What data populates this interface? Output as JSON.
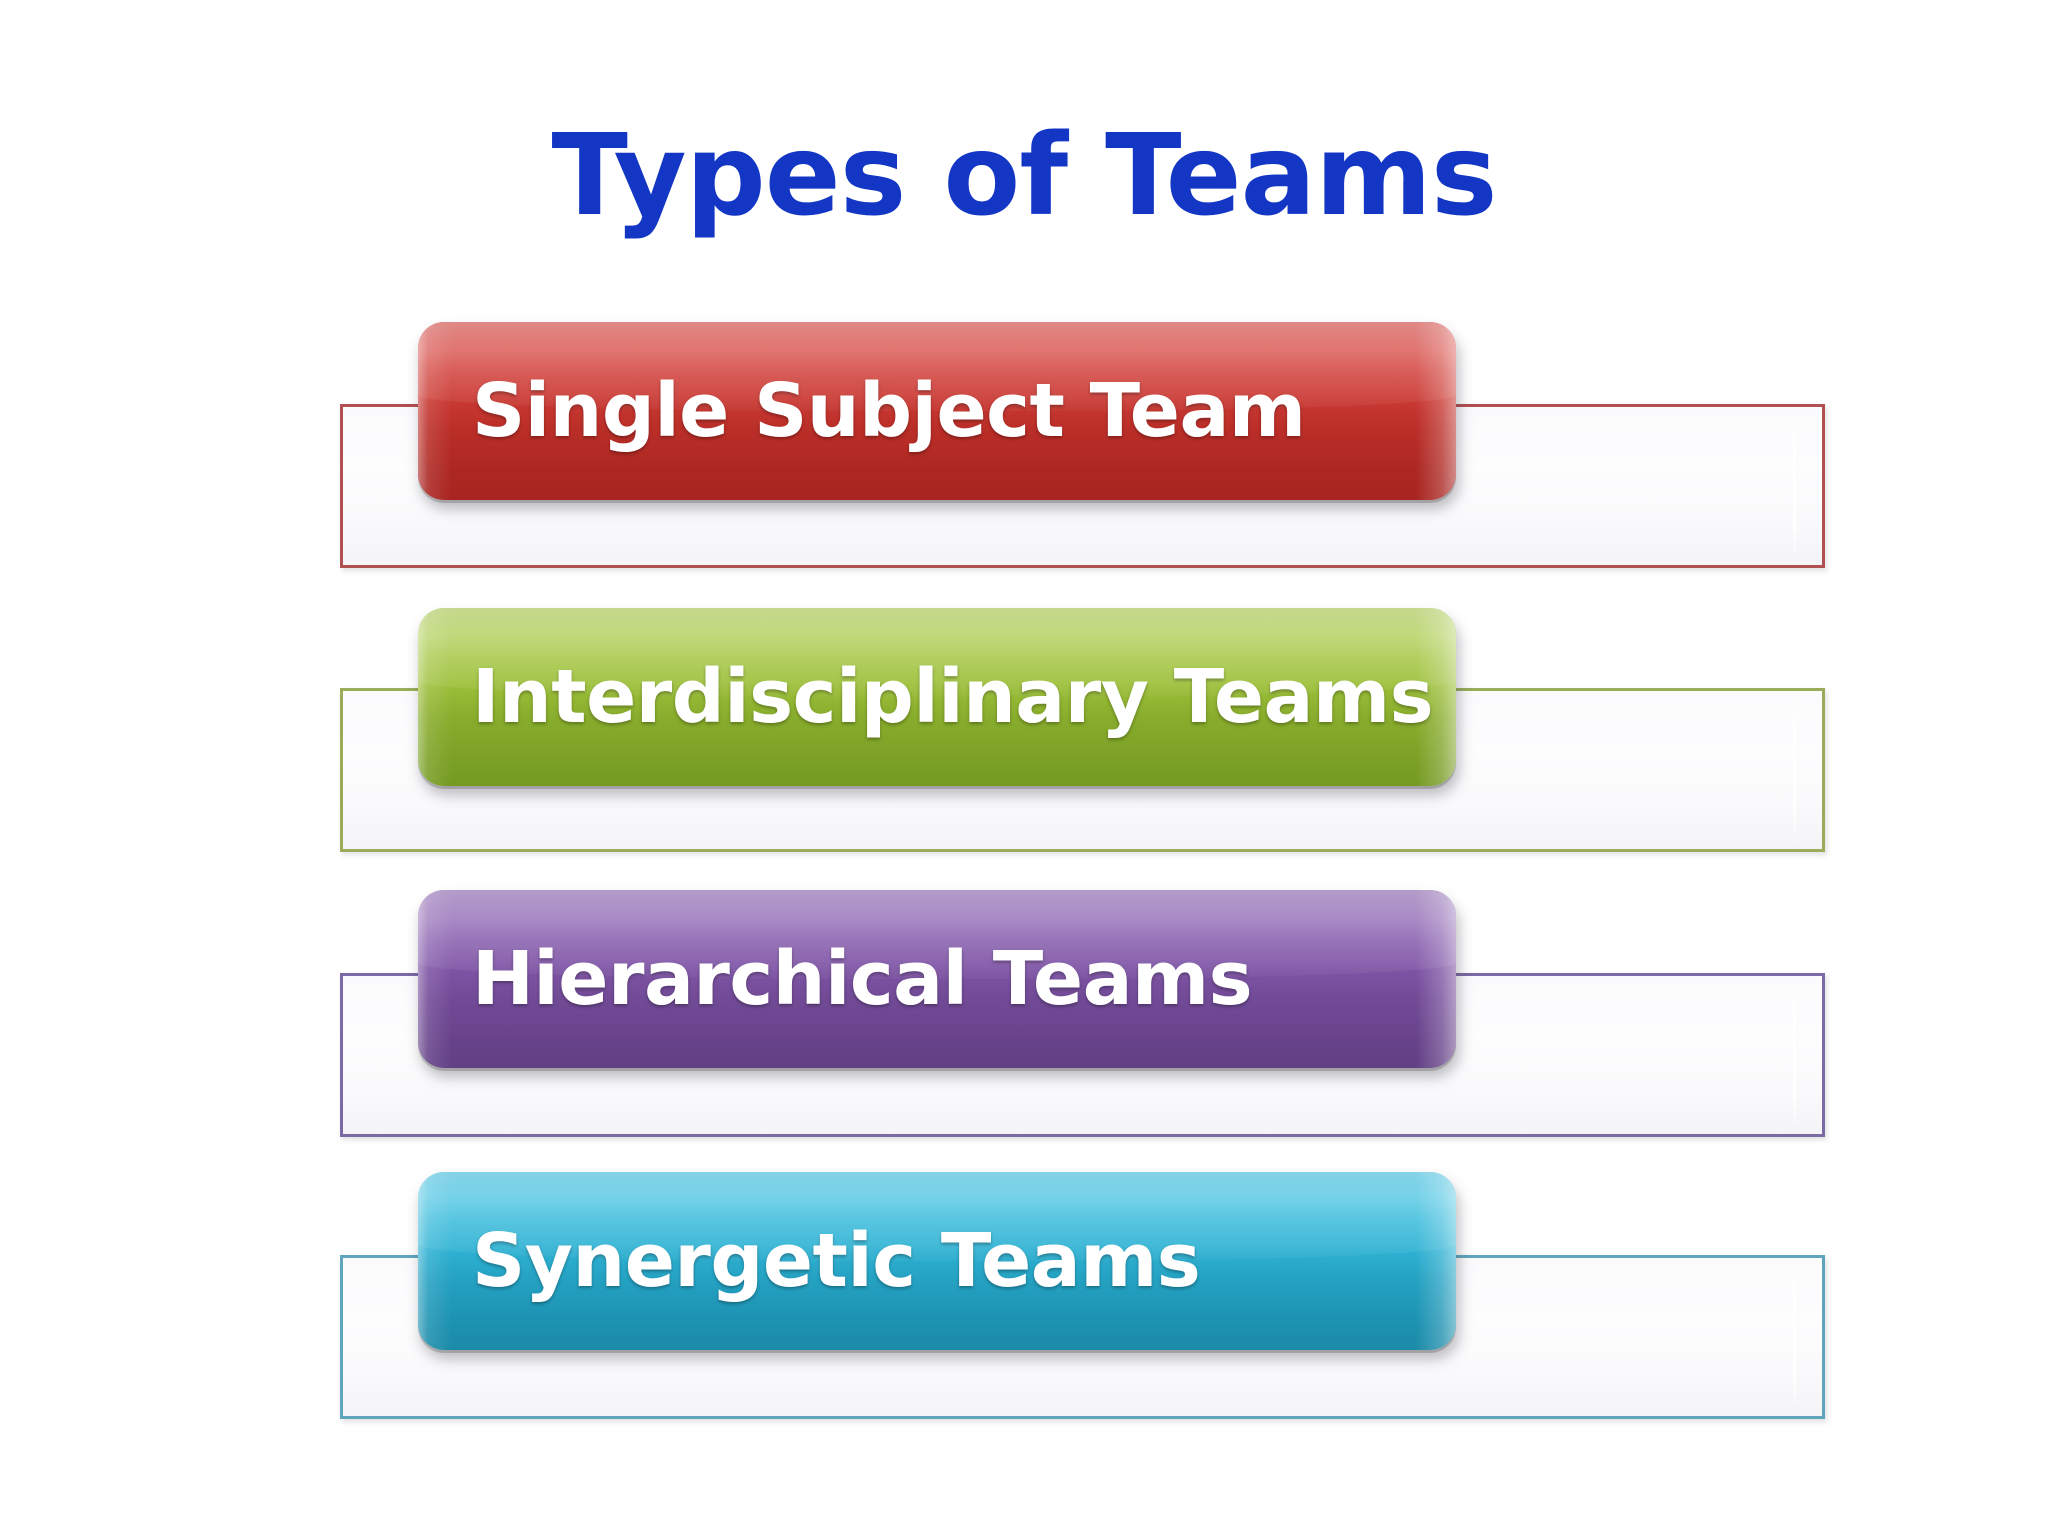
{
  "slide": {
    "title": "Types of Teams",
    "title_color": "#1337c4",
    "background_color": "#ffffff"
  },
  "items": [
    {
      "label": "Single Subject Team",
      "accent": "#c2332d",
      "plate_border": "#b05050",
      "theme": "red"
    },
    {
      "label": "Interdisciplinary Teams",
      "accent": "#9cbd3c",
      "plate_border": "#9aac5a",
      "theme": "green"
    },
    {
      "label": "Hierarchical Teams",
      "accent": "#7d55a4",
      "plate_border": "#7b6aa6",
      "theme": "purple"
    },
    {
      "label": "Synergetic Teams",
      "accent": "#2eb3d6",
      "plate_border": "#5fa6bd",
      "theme": "teal"
    }
  ]
}
